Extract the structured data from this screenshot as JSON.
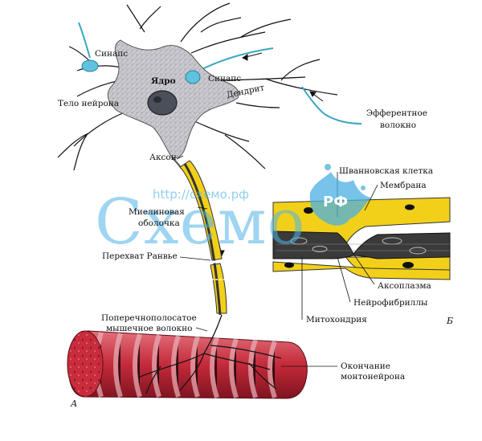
{
  "labels": {
    "synapse_left": "Синапс",
    "nucleus": "Ядро",
    "synapse_right": "Синапс",
    "neuron_body": "Тело нейрона",
    "dendrite": "Дендрит",
    "efferent_1": "Эфферентное",
    "efferent_2": "волокно",
    "axon": "Аксон",
    "myelin_1": "Миелиновая",
    "myelin_2": "оболочка",
    "ranvier": "Перехват Ранвье",
    "muscle_1": "Поперечнополосатое",
    "muscle_2": "мышечное волокно",
    "ending_1": "Окончание",
    "ending_2": "монтонейрона",
    "panel_a": "А",
    "schwann": "Шванновская клетка",
    "membrane": "Мембрана",
    "axoplasm": "Аксоплазма",
    "neurofibrils": "Нейрофибриллы",
    "mitochondria": "Митохондрия",
    "panel_b": "Б"
  },
  "watermark": {
    "url": "http://схемо.рф",
    "logo": "Схемо",
    "rf": "РФ"
  },
  "colors": {
    "cell_body": "#c9c9c9",
    "nucleus": "#4a4f5a",
    "myelin": "#f2d019",
    "axoplasm": "#3a3a3a",
    "muscle": "#c42a3a",
    "efferent_fiber": "#3aa6c4",
    "watermark": "#4fb3e6"
  }
}
